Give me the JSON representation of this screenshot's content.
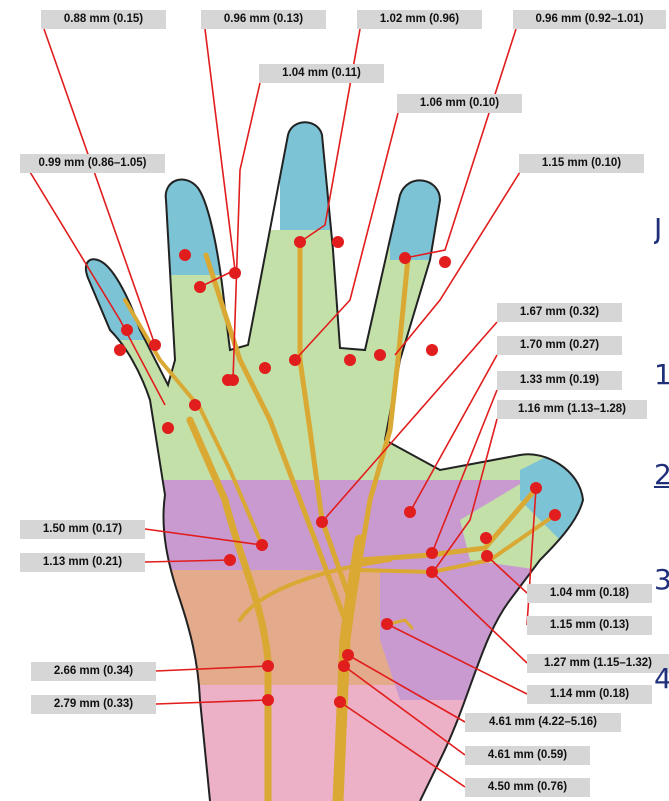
{
  "labels": [
    "0.88 mm (0.15)",
    "0.96 mm (0.13)",
    "1.02 mm (0.96)",
    "0.96 mm (0.92–1.01)",
    "1.04 mm (0.11)",
    "1.06 mm (0.10)",
    "0.99 mm (0.86–1.05)",
    "1.15 mm (0.10)",
    "1.67 mm (0.32)",
    "1.70 mm (0.27)",
    "1.33 mm (0.19)",
    "1.16 mm (1.13–1.28)",
    "1.50 mm (0.17)",
    "1.13 mm (0.21)",
    "1.04 mm (0.18)",
    "1.15 mm (0.13)",
    "1.27 mm (1.15–1.32)",
    "1.14 mm (0.18)",
    "2.66 mm (0.34)",
    "2.79 mm (0.33)",
    "4.61 mm (4.22–5.16)",
    "4.61 mm (0.59)",
    "4.50 mm (0.76)"
  ],
  "edge_glyphs": [
    "J",
    "1",
    "2",
    "3",
    "4"
  ],
  "colors": {
    "fingertip_zone": "#7cc3d6",
    "digital_zone": "#c2e0a8",
    "palm_zone": "#c99ad0",
    "wrist_zone": "#e3aa8c",
    "forearm_zone": "#ecb1c6",
    "nerve": "#d9a934",
    "marker": "#e11d1d",
    "label_bg": "#d6d6d6"
  }
}
